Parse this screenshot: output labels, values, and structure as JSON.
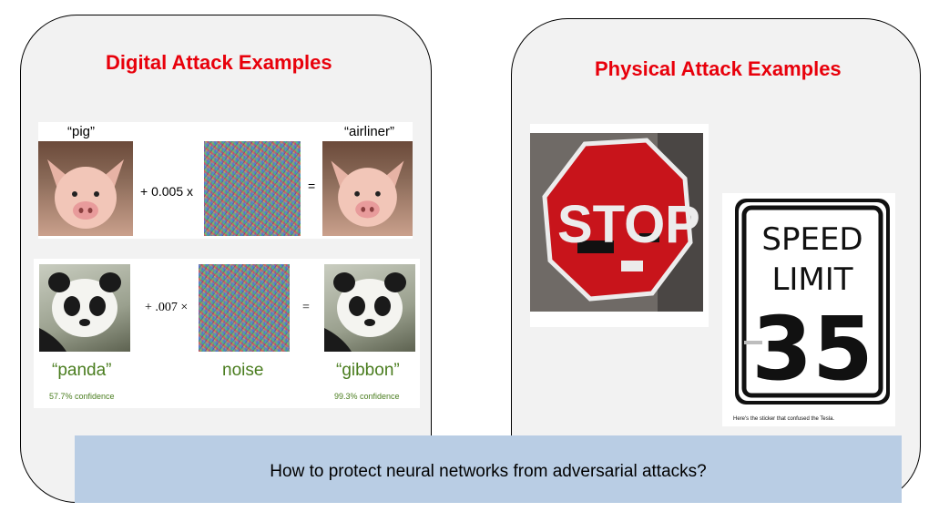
{
  "left_panel": {
    "title": "Digital Attack Examples",
    "pig_row": {
      "input_label": "“pig”",
      "multiplier": "+ 0.005 x",
      "equals": "=",
      "output_label": "“airliner”"
    },
    "panda_row": {
      "multiplier": "+ .007 ×",
      "equals": "=",
      "input_label": "“panda”",
      "noise_label": "noise",
      "output_label": "“gibbon”",
      "input_confidence": "57.7% confidence",
      "output_confidence": "99.3% confidence"
    }
  },
  "right_panel": {
    "title": "Physical Attack Examples",
    "stop_sign_text": "STOP",
    "speed_sign": {
      "line1": "SPEED",
      "line2": "LIMIT",
      "number": "35"
    },
    "caption": "Here's the sticker that confused the Tesla."
  },
  "bottom": {
    "question": "How to protect neural networks from  adversarial attacks?"
  },
  "colors": {
    "title_red": "#e8000b",
    "label_green": "#4a7d1f",
    "bar_blue": "#b9cde4",
    "stop_red": "#c8141b"
  }
}
